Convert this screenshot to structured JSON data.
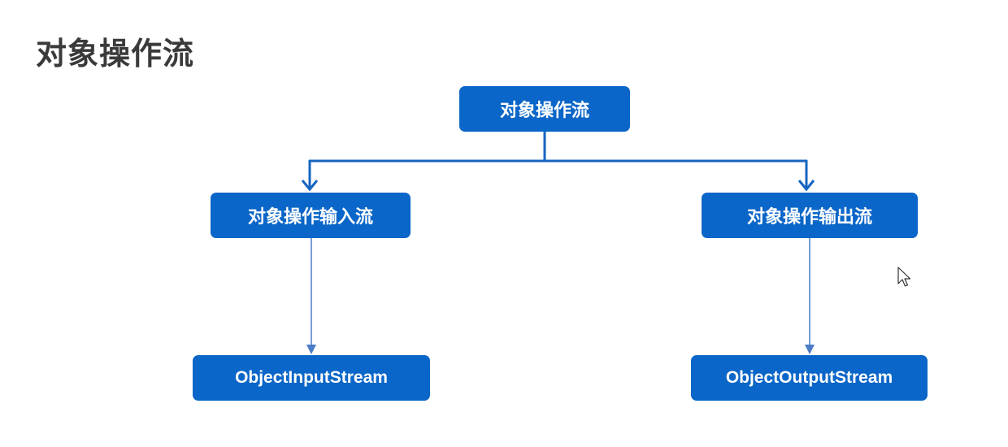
{
  "page": {
    "title": "对象操作流"
  },
  "diagram": {
    "root": "对象操作流",
    "children": [
      {
        "label": "对象操作输入流",
        "class_name": "ObjectInputStream"
      },
      {
        "label": "对象操作输出流",
        "class_name": "ObjectOutputStream"
      }
    ],
    "colors": {
      "node_fill": "#0a66c8",
      "node_text": "#ffffff",
      "upper_connector": "#1565c0",
      "lower_connector": "#4a7cc7",
      "title_text": "#3a3a3a"
    }
  },
  "cursor_icon": "mouse-pointer-icon"
}
